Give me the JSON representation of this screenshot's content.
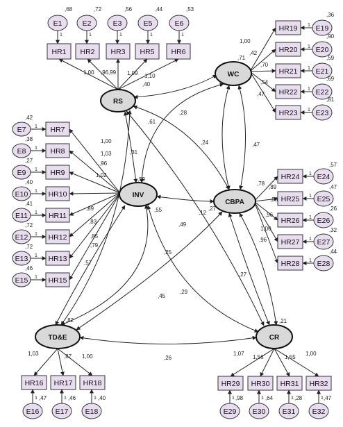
{
  "latents": {
    "RS": "RS",
    "WC": "WC",
    "INV": "INV",
    "CBPA": "CBPA",
    "TDE": "TD&E",
    "CR": "CR"
  },
  "latent_vars": {
    "RS": "",
    "WC": ",71",
    "INV": ",59",
    "CBPA": ",78",
    "TDE": ",82",
    "CR": ",21"
  },
  "indicators": {
    "HR1": "HR1",
    "HR2": "HR2",
    "HR3": "HR3",
    "HR5": "HR5",
    "HR6": "HR6",
    "HR7": "HR7",
    "HR8": "HR8",
    "HR9": "HR9",
    "HR10": "HR10",
    "HR11": "HR11",
    "HR12": "HR12",
    "HR13": "HR13",
    "HR15": "HR15",
    "HR16": "HR16",
    "HR17": "HR17",
    "HR18": "HR18",
    "HR19": "HR19",
    "HR20": "HR20",
    "HR21": "HR21",
    "HR22": "HR22",
    "HR23": "HR23",
    "HR24": "HR24",
    "HR25": "HR25",
    "HR26": "HR26",
    "HR27": "HR27",
    "HR28": "HR28",
    "HR29": "HR29",
    "HR30": "HR30",
    "HR31": "HR31",
    "HR32": "HR32"
  },
  "errors": {
    "E1": "E1",
    "E2": "E2",
    "E3": "E3",
    "E5": "E5",
    "E6": "E6",
    "E7": "E7",
    "E8": "E8",
    "E9": "E9",
    "E10": "E10",
    "E11": "E11",
    "E12": "E12",
    "E13": "E13",
    "E15": "E15",
    "E16": "E16",
    "E17": "E17",
    "E18": "E18",
    "E19": "E19",
    "E20": "E20",
    "E21": "E21",
    "E22": "E22",
    "E23": "E23",
    "E24": "E24",
    "E25": "E25",
    "E26": "E26",
    "E27": "E27",
    "E28": "E28",
    "E29": "E29",
    "E30": "E30",
    "E31": "E31",
    "E32": "E32"
  },
  "error_vars": {
    "E1": ",68",
    "E2": ",72",
    "E3": ",56",
    "E5": ",44",
    "E6": ",53",
    "E7": ",42",
    "E8": ",38",
    "E9": ",27",
    "E10": ",40",
    "E11": ",41",
    "E12": ",72",
    "E13": ",72",
    "E15": ",46",
    "E16": ",47",
    "E17": ",46",
    "E18": ",40",
    "E19": ",36",
    "E20": ",90",
    "E21": ",59",
    "E22": ",69",
    "E23": ",81",
    "E24": ",57",
    "E25": ",47",
    "E26": ",26",
    "E27": ",32",
    "E28": ",44",
    "E29": ",98",
    "E30": ",64",
    "E31": ",28",
    "E32": ",47"
  },
  "error_loadings": {
    "one": "1"
  },
  "loadings": {
    "HR1": "1,00",
    "HR2": ",96",
    "HR3": ",99",
    "HR5": "1,09",
    "HR6": "1,10",
    "HR7": "1,00",
    "HR8": "1,03",
    "HR9": ",96",
    "HR10": "1,02",
    "HR11": ",89",
    "HR12": ",83",
    "HR13": ",85",
    "HR15": ",79",
    "HR15b": ",57",
    "HR16": "1,03",
    "HR17": ",87",
    "HR18": "1,00",
    "HR19": "1,00",
    "HR20": ",42",
    "HR21": ",70",
    "HR22": ",54",
    "HR23": ",47",
    "HR24": ",89",
    "HR25": ",88",
    "HR26": ",96",
    "HR27": "1,00",
    "HR28": ",96",
    "HR29": "1,07",
    "HR30": "1,56",
    "HR31": "1,55",
    "HR32": "1,00"
  },
  "paths": {
    "RS_WC_top": ",40",
    "RS_WC": ",28",
    "RS_INV": ",31",
    "RS_INV_outer": ",61",
    "RS_CBPA": ",24",
    "WC_CBPA": ",47",
    "INV_WC": ",55",
    "INV_CBPA": ",12",
    "CBPA_var": ",27",
    "CBPA_TDE": ",49",
    "RS_TDE": ",25",
    "INV_TDE": ",45",
    "RS_CR": ",29",
    "CBPA_CR": ",27",
    "TDE_CR": ",26"
  }
}
